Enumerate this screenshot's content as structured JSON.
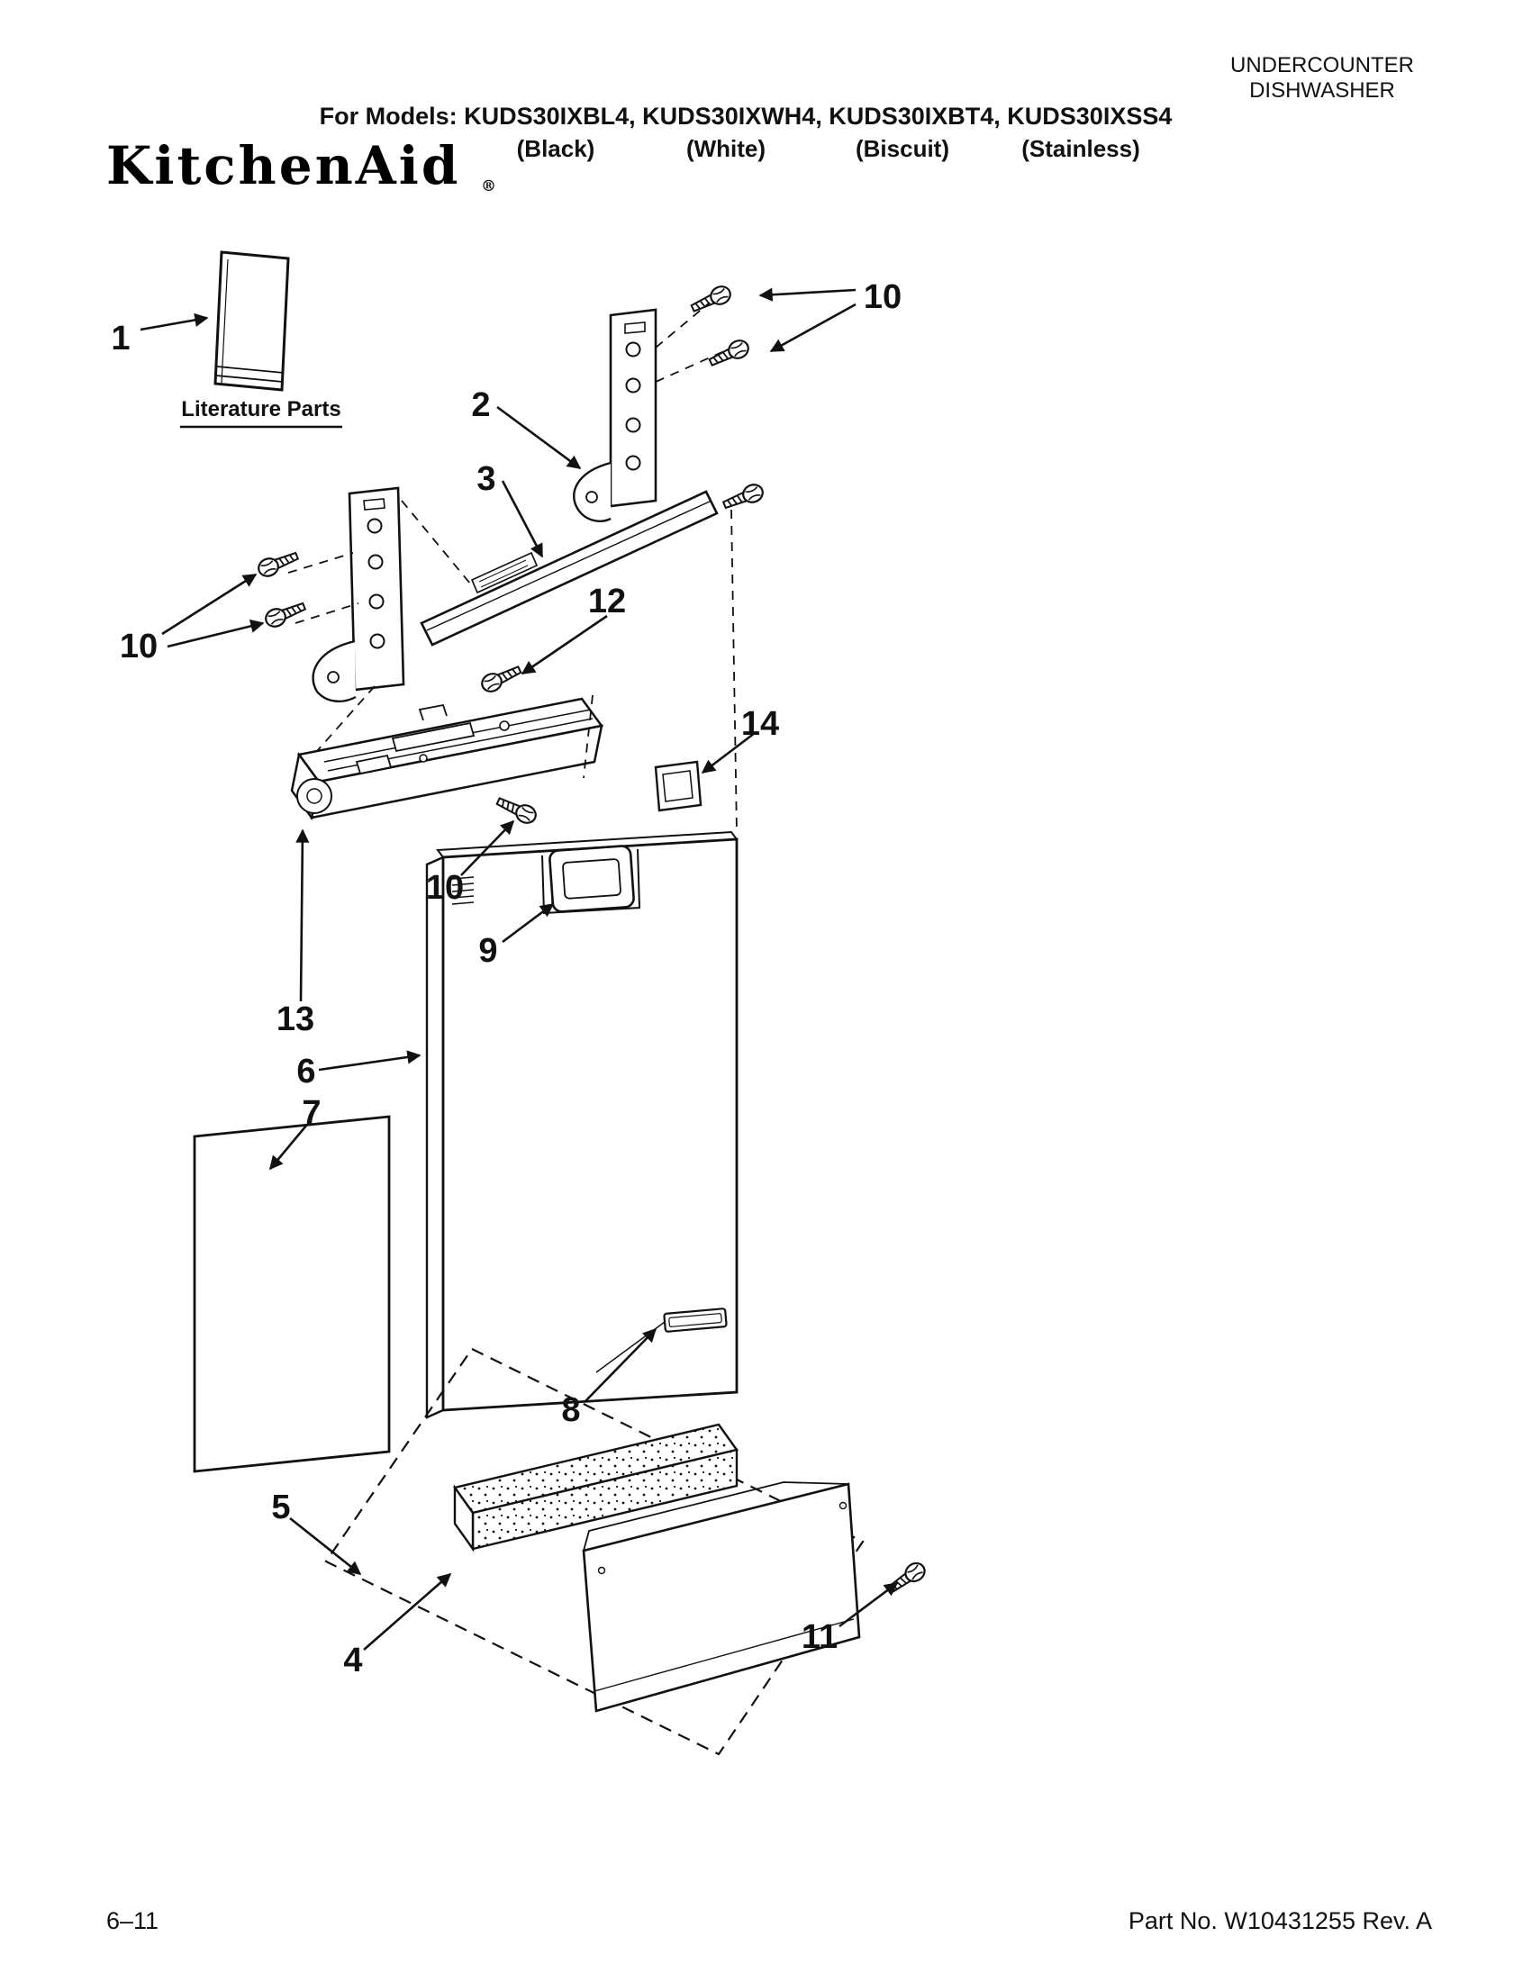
{
  "header": {
    "doc_type_line1": "UNDERCOUNTER",
    "doc_type_line2": "DISHWASHER",
    "models_line": "For Models: KUDS30IXBL4, KUDS30IXWH4, KUDS30IXBT4, KUDS30IXSS4",
    "color_labels": [
      "(Black)",
      "(White)",
      "(Biscuit)",
      "(Stainless)"
    ],
    "brand": "KitchenAid",
    "registered_mark": "®"
  },
  "diagram": {
    "literature_label": "Literature Parts",
    "callouts": [
      {
        "id": "callout-1",
        "label": "1"
      },
      {
        "id": "callout-10-top",
        "label": "10"
      },
      {
        "id": "callout-2",
        "label": "2"
      },
      {
        "id": "callout-3",
        "label": "3"
      },
      {
        "id": "callout-10-left",
        "label": "10"
      },
      {
        "id": "callout-12",
        "label": "12"
      },
      {
        "id": "callout-14",
        "label": "14"
      },
      {
        "id": "callout-10-mid",
        "label": "10"
      },
      {
        "id": "callout-9",
        "label": "9"
      },
      {
        "id": "callout-13",
        "label": "13"
      },
      {
        "id": "callout-6",
        "label": "6"
      },
      {
        "id": "callout-7",
        "label": "7"
      },
      {
        "id": "callout-8",
        "label": "8"
      },
      {
        "id": "callout-5",
        "label": "5"
      },
      {
        "id": "callout-4",
        "label": "4"
      },
      {
        "id": "callout-11",
        "label": "11"
      }
    ]
  },
  "footer": {
    "page_ref": "6–11",
    "part_ref": "Part No. W10431255 Rev. A"
  }
}
